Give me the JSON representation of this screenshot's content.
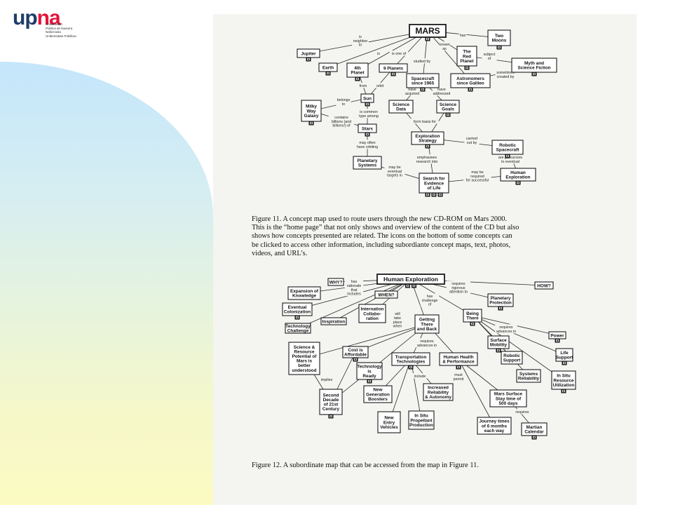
{
  "logo": {
    "word_a": "up",
    "word_b": "na",
    "subtitle": "Universidad\nPública de Navarra\nNafarroako\nUnibertsitate Publikoa",
    "colors": {
      "up": "#1f3d6b",
      "na": "#e3163b"
    }
  },
  "figure11": {
    "caption": "Figure 11.  A concept map used to route users through the new CD-ROM on Mars 2000.\nThis is the “home page” that not only shows and overview of the content of the CD but also\nshows how concepts presented are related.  The icons on the bottom of some concepts can\nbe clicked to access other information, including subordiante concept maps, text, photos,\nvideos, and URL’s.",
    "nodes": [
      {
        "id": "mars",
        "lines": [
          "MARS"
        ]
      },
      {
        "id": "two-moons",
        "lines": [
          "Two",
          "Moons"
        ]
      },
      {
        "id": "jupiter",
        "lines": [
          "Jupiter"
        ]
      },
      {
        "id": "earth",
        "lines": [
          "Earth"
        ]
      },
      {
        "id": "4th-planet",
        "lines": [
          "4th",
          "Planet"
        ]
      },
      {
        "id": "9-planets",
        "lines": [
          "9 Planets"
        ]
      },
      {
        "id": "red-planet",
        "lines": [
          "The",
          "Red",
          "Planet"
        ]
      },
      {
        "id": "myth",
        "lines": [
          "Myth and",
          "Science Fiction"
        ]
      },
      {
        "id": "spacecraft",
        "lines": [
          "Spacecraft",
          "since 1965"
        ]
      },
      {
        "id": "astronomers",
        "lines": [
          "Astronomers",
          "since Galileo"
        ]
      },
      {
        "id": "sun",
        "lines": [
          "Sun"
        ]
      },
      {
        "id": "milky-way",
        "lines": [
          "Milky",
          "Way",
          "Galaxy"
        ]
      },
      {
        "id": "science-data",
        "lines": [
          "Science",
          "Data"
        ]
      },
      {
        "id": "science-goals",
        "lines": [
          "Science",
          "Goals"
        ]
      },
      {
        "id": "stars",
        "lines": [
          "Stars"
        ]
      },
      {
        "id": "exploration-strategy",
        "lines": [
          "Exploration",
          "Strategy"
        ]
      },
      {
        "id": "robotic-spacecraft",
        "lines": [
          "Robotic",
          "Spacecraft"
        ]
      },
      {
        "id": "planetary-systems",
        "lines": [
          "Planetary",
          "Systems"
        ]
      },
      {
        "id": "human-exploration",
        "lines": [
          "Human",
          "Exploration"
        ]
      },
      {
        "id": "search-life",
        "lines": [
          "Search for",
          "Evidence",
          "of Life"
        ]
      }
    ],
    "edge_labels": [
      {
        "id": "is-neighbor-to",
        "lines": [
          "is",
          "neighbor",
          "to"
        ]
      },
      {
        "id": "is",
        "lines": [
          "is"
        ]
      },
      {
        "id": "is-one-of",
        "lines": [
          "is one of"
        ]
      },
      {
        "id": "has",
        "lines": [
          "has"
        ]
      },
      {
        "id": "known-as",
        "lines": [
          "known",
          "as"
        ]
      },
      {
        "id": "subject-of",
        "lines": [
          "subject",
          "of"
        ]
      },
      {
        "id": "studied-by",
        "lines": [
          "studied by"
        ]
      },
      {
        "id": "sometimes-created-by",
        "lines": [
          "sometimes",
          "created by"
        ]
      },
      {
        "id": "from",
        "lines": [
          "from"
        ]
      },
      {
        "id": "orbit",
        "lines": [
          "orbit"
        ]
      },
      {
        "id": "have-acquired",
        "lines": [
          "have",
          "acquired"
        ]
      },
      {
        "id": "have-addressed",
        "lines": [
          "have",
          "addressed"
        ]
      },
      {
        "id": "belongs-to",
        "lines": [
          "belongs",
          "to"
        ]
      },
      {
        "id": "is-common-type",
        "lines": [
          "is common",
          "type among"
        ]
      },
      {
        "id": "contains-billions",
        "lines": [
          "contains",
          "billions (and",
          "billions!) of"
        ]
      },
      {
        "id": "form-basis-for",
        "lines": [
          "form basis for"
        ]
      },
      {
        "id": "carried-out-by",
        "lines": [
          "carried",
          "out by"
        ]
      },
      {
        "id": "may-often-have",
        "lines": [
          "may often",
          "have orbiting"
        ]
      },
      {
        "id": "emphasises",
        "lines": [
          "emphasises",
          "research into"
        ]
      },
      {
        "id": "precursors",
        "lines": [
          "are precursors",
          "to eventual"
        ]
      },
      {
        "id": "may-be-eventual",
        "lines": [
          "may be",
          "eventual",
          "targets in"
        ]
      },
      {
        "id": "may-be-required",
        "lines": [
          "may be",
          "required",
          "for successful"
        ]
      }
    ]
  },
  "figure12": {
    "caption": "Figure 12.  A subordinate map that can be accessed from the map in Figure 11.",
    "nodes": [
      {
        "id": "human-exploration-title",
        "lines": [
          "Human Exploration"
        ]
      },
      {
        "id": "why",
        "lines": [
          "WHY?"
        ]
      },
      {
        "id": "how",
        "lines": [
          "HOW?"
        ]
      },
      {
        "id": "when",
        "lines": [
          "WHEN?"
        ]
      },
      {
        "id": "expansion",
        "lines": [
          "Expansion of",
          "Knowledge"
        ]
      },
      {
        "id": "eventual-colonization",
        "lines": [
          "Eventual",
          "Colonization"
        ]
      },
      {
        "id": "technology-challenge",
        "lines": [
          "Technology",
          "Challenge"
        ]
      },
      {
        "id": "inspiration",
        "lines": [
          "Inspiration"
        ]
      },
      {
        "id": "international",
        "lines": [
          "Internation",
          "Collabo-",
          "ration"
        ]
      },
      {
        "id": "planetary-protection",
        "lines": [
          "Planetary",
          "Protection"
        ]
      },
      {
        "id": "getting-there",
        "lines": [
          "Getting",
          "There",
          "and Back"
        ]
      },
      {
        "id": "being-there",
        "lines": [
          "Being",
          "There"
        ]
      },
      {
        "id": "science-resource",
        "lines": [
          "Science &",
          "Resource",
          "Potential of",
          "Mars is",
          "better",
          "understood"
        ]
      },
      {
        "id": "cost",
        "lines": [
          "Cost is",
          "Affordable"
        ]
      },
      {
        "id": "technology-ready",
        "lines": [
          "Technology",
          "is",
          "Ready"
        ]
      },
      {
        "id": "transportation",
        "lines": [
          "Transportation",
          "Technologies"
        ]
      },
      {
        "id": "human-health",
        "lines": [
          "Human Health",
          "& Performance"
        ]
      },
      {
        "id": "surface-mobility",
        "lines": [
          "Surface",
          "Mobility"
        ]
      },
      {
        "id": "power",
        "lines": [
          "Power"
        ]
      },
      {
        "id": "life-support",
        "lines": [
          "Life",
          "Support"
        ]
      },
      {
        "id": "robotic-support",
        "lines": [
          "Robotic",
          "Support"
        ]
      },
      {
        "id": "systems-reliability",
        "lines": [
          "Systems",
          "Reliability"
        ]
      },
      {
        "id": "in-situ-resource",
        "lines": [
          "In Situ",
          "Resource",
          "Utilization"
        ]
      },
      {
        "id": "second-decade",
        "lines": [
          "Second",
          "Decade",
          "of 21st",
          "Century"
        ]
      },
      {
        "id": "new-generation",
        "lines": [
          "New",
          "Generation",
          "Boosters"
        ]
      },
      {
        "id": "increased-reliability",
        "lines": [
          "Increased",
          "Reliability",
          "& Autonomy"
        ]
      },
      {
        "id": "mars-surface-stay",
        "lines": [
          "Mars Surface",
          "Stay time of",
          "500 days"
        ]
      },
      {
        "id": "new-entry",
        "lines": [
          "New",
          "Entry",
          "Vehicles"
        ]
      },
      {
        "id": "in-situ-propellant",
        "lines": [
          "In Situ",
          "Propellant",
          "Production"
        ]
      },
      {
        "id": "journey-times",
        "lines": [
          "Journey times",
          "of 6 months",
          "each way"
        ]
      },
      {
        "id": "martian-calendar",
        "lines": [
          "Martian",
          "Calendar"
        ]
      }
    ],
    "edge_labels": [
      {
        "id": "has-rationale",
        "lines": [
          "has",
          "rationale",
          "that",
          "includes"
        ]
      },
      {
        "id": "requires-attention",
        "lines": [
          "requires",
          "rigorous",
          "attention to"
        ]
      },
      {
        "id": "has-challenge",
        "lines": [
          "has",
          "challenge",
          "of"
        ]
      },
      {
        "id": "will-take-place",
        "lines": [
          "will",
          "take",
          "place",
          "when"
        ]
      },
      {
        "id": "requires-advances-1",
        "lines": [
          "requires",
          "advances in"
        ]
      },
      {
        "id": "requires-advances-2",
        "lines": [
          "requires",
          "advances in"
        ]
      },
      {
        "id": "implies",
        "lines": [
          "implies"
        ]
      },
      {
        "id": "include",
        "lines": [
          "include"
        ]
      },
      {
        "id": "must-permit",
        "lines": [
          "must",
          "permit"
        ]
      },
      {
        "id": "requires",
        "lines": [
          "requires"
        ]
      }
    ]
  }
}
